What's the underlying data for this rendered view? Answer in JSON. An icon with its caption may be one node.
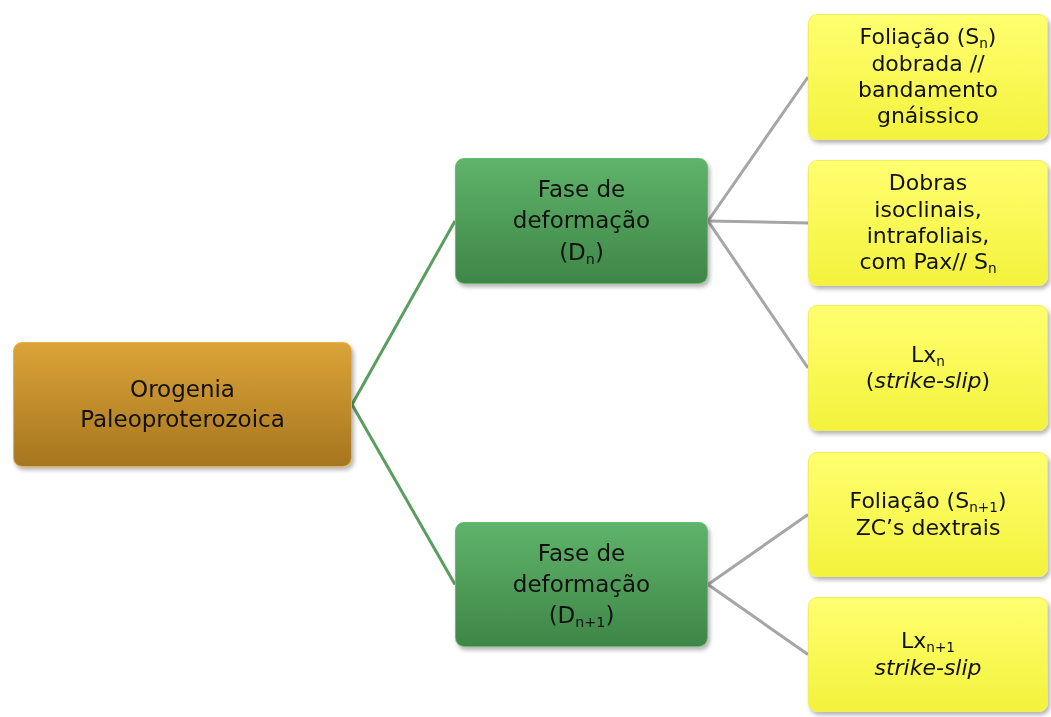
{
  "diagram": {
    "nodes": [
      {
        "text": [
          "Orogenia Paleoproterozoica"
        ]
      },
      {
        "text": [
          "Fase de deformação (D$_{n}$)"
        ]
      },
      {
        "text": [
          "Foliação (S$_{n}$) dobrada // bandamento gnáissico"
        ]
      },
      {
        "text": [
          "Dobras isoclinais, intrafoliais, com Pax// S$_{n}$"
        ]
      },
      {
        "text": [
          "Lx$_{n}$",
          "(*strike-slip*)"
        ]
      },
      {
        "text": [
          "Fase de deformação (D$_{n+1}$)"
        ]
      },
      {
        "text": [
          "Foliação (S$_{n+1}$) ZC’s dextrais"
        ]
      },
      {
        "text": [
          "Lx$_{n+1}$",
          "strike-slip"
        ]
      }
    ],
    "edges": [
      {
        "from": 0,
        "to": 1,
        "arrow": "none",
        "color": "#5a9e5f"
      },
      {
        "from": 1,
        "to": 2,
        "arrow": "none"
      },
      {
        "from": 1,
        "to": 3,
        "arrow": "none"
      },
      {
        "from": 1,
        "to": 4,
        "arrow": "none"
      },
      {
        "from": 0,
        "to": 5,
        "arrow": "none",
        "color": "#5a9e5f"
      },
      {
        "from": 5,
        "to": 6,
        "arrow": "none"
      },
      {
        "from": 5,
        "to": 7,
        "arrow": "none"
      }
    ]
  }
}
